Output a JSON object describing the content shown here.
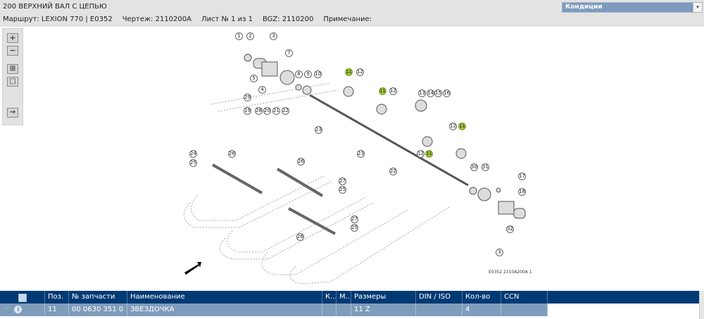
{
  "header": {
    "title": "200 ВЕРХНИЙ ВАЛ С ЦЕПЬЮ",
    "route": "Маршрут: LEXION 770 | E0352",
    "drawing": "Чертеж: 2110200A",
    "sheet": "Лист № 1 из 1",
    "bgz": "BGZ: 2110200",
    "note": "Примечание:"
  },
  "condition_select": {
    "selected": "Кондиции",
    "arrow_icon": "▾"
  },
  "toolbox": {
    "zoom_in_icon": "+",
    "zoom_out_icon": "−",
    "fit_icon": "⊞",
    "frame_icon": "□",
    "export_icon": "→"
  },
  "drawing": {
    "code": "E0352 2110A200A 1",
    "highlight_color": "#9fc33a",
    "callouts": [
      {
        "label": "1"
      },
      {
        "label": "2"
      },
      {
        "label": "3"
      },
      {
        "label": "7"
      },
      {
        "label": "5"
      },
      {
        "label": "4"
      },
      {
        "label": "8"
      },
      {
        "label": "9"
      },
      {
        "label": "10"
      },
      {
        "label": "11",
        "hl": true
      },
      {
        "label": "12"
      },
      {
        "label": "11",
        "hl": true
      },
      {
        "label": "12"
      },
      {
        "label": "13"
      },
      {
        "label": "14"
      },
      {
        "label": "15"
      },
      {
        "label": "16"
      },
      {
        "label": "12"
      },
      {
        "label": "11",
        "hl": true
      },
      {
        "label": "12"
      },
      {
        "label": "11",
        "hl": true
      },
      {
        "label": "29"
      },
      {
        "label": "19"
      },
      {
        "label": "28"
      },
      {
        "label": "20"
      },
      {
        "label": "21"
      },
      {
        "label": "22"
      },
      {
        "label": "23"
      },
      {
        "label": "24"
      },
      {
        "label": "25"
      },
      {
        "label": "26"
      },
      {
        "label": "26"
      },
      {
        "label": "23"
      },
      {
        "label": "27"
      },
      {
        "label": "25"
      },
      {
        "label": "22"
      },
      {
        "label": "27"
      },
      {
        "label": "25"
      },
      {
        "label": "26"
      },
      {
        "label": "30"
      },
      {
        "label": "31"
      },
      {
        "label": "17"
      },
      {
        "label": "18"
      },
      {
        "label": "32"
      },
      {
        "label": "3"
      }
    ]
  },
  "grid": {
    "columns": [
      "",
      "Поз.",
      "№ запчасти",
      "Наименование",
      "К...",
      "М...",
      "Размеры",
      "DIN / ISO",
      "Кол-во",
      "CCN"
    ],
    "rows": [
      {
        "pos": "11",
        "part_no": "00 0630 351 0",
        "name": "ЗВЕЗДОЧКА",
        "k": "",
        "m": "",
        "size": "11 Z",
        "din": "",
        "qty": "4",
        "ccn": ""
      }
    ]
  }
}
